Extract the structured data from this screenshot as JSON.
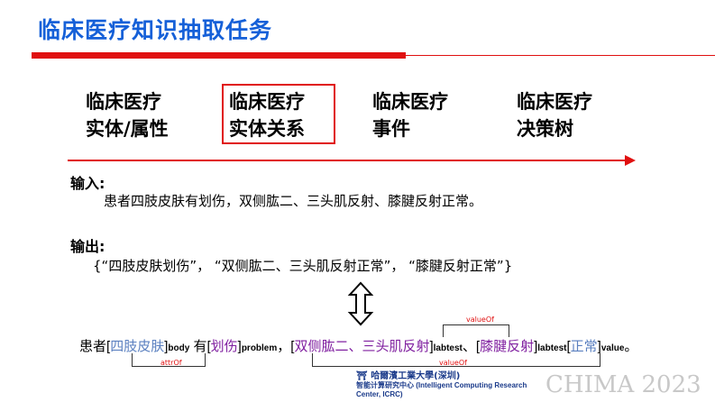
{
  "title": "临床医疗知识抽取任务",
  "categories": [
    {
      "line1": "临床医疗",
      "line2": "实体/属性"
    },
    {
      "line1": "临床医疗",
      "line2": "实体关系",
      "highlighted": true
    },
    {
      "line1": "临床医疗",
      "line2": "事件"
    },
    {
      "line1": "临床医疗",
      "line2": "决策树"
    }
  ],
  "input": {
    "label": "输入:",
    "text": "患者四肢皮肤有划伤，双侧肱二、三头肌反射、膝腱反射正常。"
  },
  "output": {
    "label": "输出:",
    "text": "{“四肢皮肤划伤”， “双侧肱二、三头肌反射正常”， “膝腱反射正常”}"
  },
  "annotated": {
    "s1": "患者",
    "e1": "四肢皮肤",
    "t1": "body",
    "s2": "有",
    "e2": "划伤",
    "t2": "problem",
    "s3": "，",
    "e3": "双侧肱二、三头肌反射",
    "t3": "labtest",
    "s4": "、",
    "e4": "膝腱反射",
    "t4": "labtest",
    "e5": "正常",
    "t5": "value",
    "s5": "。",
    "rel1": "attrOf",
    "rel2": "valueOf",
    "rel3": "valueOf"
  },
  "footer": {
    "university": "哈爾濱工業大學(深圳)",
    "center": "智能计算研究中心 (Intelligent Computing Research Center, ICRC)",
    "watermark": "CHIMA 2023"
  },
  "colors": {
    "title": "#1560d8",
    "accent": "#e01010",
    "entity_body": "#5b80c0",
    "entity_other": "#8020a0"
  }
}
